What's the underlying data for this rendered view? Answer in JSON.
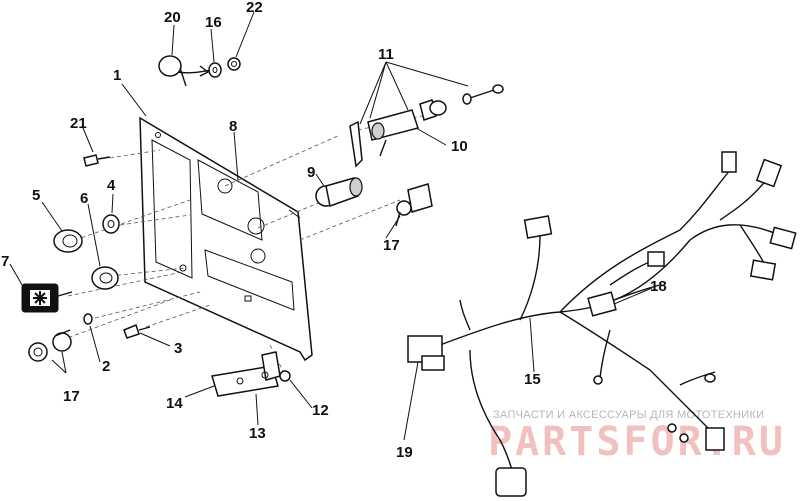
{
  "callouts": {
    "c1": "1",
    "c2": "2",
    "c3": "3",
    "c4": "4",
    "c5": "5",
    "c6": "6",
    "c7": "7",
    "c8": "8",
    "c9": "9",
    "c10": "10",
    "c11": "11",
    "c12": "12",
    "c13": "13",
    "c14": "14",
    "c15": "15",
    "c16": "16",
    "c17a": "17",
    "c17b": "17",
    "c18": "18",
    "c19": "19",
    "c20": "20",
    "c21": "21",
    "c22": "22"
  },
  "watermark": {
    "tagline": "ЗАПЧАСТИ И АКСЕССУАРЫ ДЛЯ МОТОТЕХНИКИ",
    "brand": "PARTSFOR.RU"
  }
}
